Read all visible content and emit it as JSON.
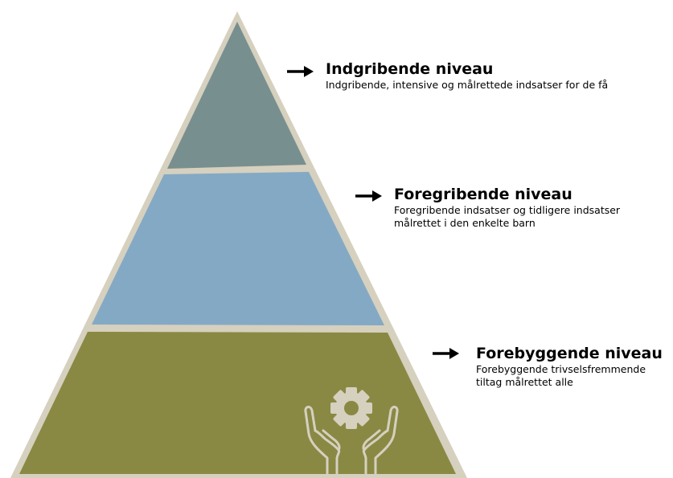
{
  "colors": {
    "frame": "#d6d0bf",
    "top_fill": "#788f8f",
    "middle_fill": "#84a9c4",
    "bottom_fill": "#898944",
    "icon": "#d6d0bf"
  },
  "icon": "gear-in-hands-icon",
  "levels": [
    {
      "title": "Indgribende niveau",
      "desc_lines": [
        "Indgribende, intensive og målrettede indsatser for de få"
      ]
    },
    {
      "title": "Foregribende niveau",
      "desc_lines": [
        "Foregribende indsatser og tidligere indsatser",
        "målrettet i den enkelte barn"
      ]
    },
    {
      "title": "Forebyggende niveau",
      "desc_lines": [
        "Forebyggende trivselsfremmende",
        "tiltag målrettet alle"
      ]
    }
  ]
}
